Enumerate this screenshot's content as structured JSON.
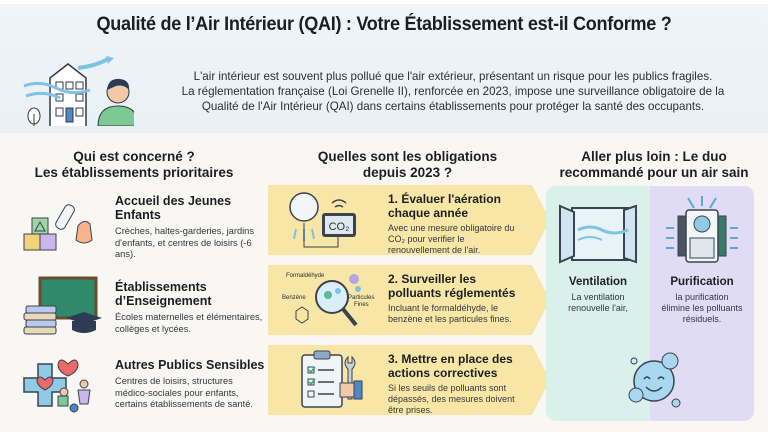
{
  "title": "Qualité de l’Air Intérieur (QAI) : Votre Établissement est-il Conforme ?",
  "intro": {
    "lines": [
      "L'air intérieur est souvent plus pollué que l'air extérieur, présentant un risque pour les publics fragiles.",
      "La réglementation française (Loi Grenelle II), renforcée en 2023, impose une surveillance obligatoire de la",
      "Qualité de l'Air Intérieur (QAI) dans certains établissements pour protéger la santé des occupants."
    ],
    "icon": "building-person-airflow-icon"
  },
  "columns": {
    "concerned": {
      "title_line1": "Qui est concerné ?",
      "title_line2": "Les établissements prioritaires",
      "items": [
        {
          "heading": "Accueil des Jeunes Enfants",
          "description": "Crèches, haltes-garderies, jardins d'enfants, et centres de loisirs (-6 ans).",
          "icon": "baby-bottle-blocks-icon"
        },
        {
          "heading": "Établissements d’Enseignement",
          "description": "Écoles maternelles et élémentaires, collèges et lycées.",
          "icon": "chalkboard-books-icon"
        },
        {
          "heading": "Autres Publics Sensibles",
          "description": "Centres de loisirs, structures médico-sociales pour enfants, certains établissements de santé.",
          "icon": "medical-cross-children-icon"
        }
      ]
    },
    "obligations": {
      "title_line1": "Quelles sont les obligations",
      "title_line2": "depuis 2023 ?",
      "steps": [
        {
          "heading": "1. Évaluer l'aération chaque année",
          "description": "Avec une mesure obligatoire du CO₂ pour verifier le renouvellement de l'air.",
          "icon": "co2-sensor-icon",
          "icon_label": "CO₂"
        },
        {
          "heading": "2. Surveiller les polluants réglementés",
          "description": "Incluant le formaldéhyde, le benzène et les particules fines.",
          "icon": "magnifier-pollutants-icon",
          "icon_labels": [
            "Formaldéhyde",
            "Benzène",
            "Particules Fines"
          ]
        },
        {
          "heading": "3. Mettre en place des actions correctives",
          "description": "Si les seuils de polluants sont dépassés, des mesures doivent être prises.",
          "icon": "checklist-wrench-icon"
        }
      ]
    },
    "duo": {
      "title_line1": "Aller plus loin : Le duo",
      "title_line2": "recommandé pour un air sain",
      "ventilation": {
        "heading": "Ventilation",
        "description": "La ventilation renouvelle l'air,",
        "icon": "open-window-icon"
      },
      "purification": {
        "heading": "Purification",
        "description": "la purification élimine les polluants résiduels.",
        "icon": "air-purifier-icon"
      },
      "mascot_icon": "smiling-bubble-icon"
    }
  },
  "colors": {
    "top_band": "#eaf1f6",
    "page_bg": "#f8f7f3",
    "step_bg": "#f7e6a6",
    "ventilation_bg": "#d9f1ea",
    "purification_bg": "#e0dcf6",
    "accent_blue": "#5fb0d8"
  }
}
